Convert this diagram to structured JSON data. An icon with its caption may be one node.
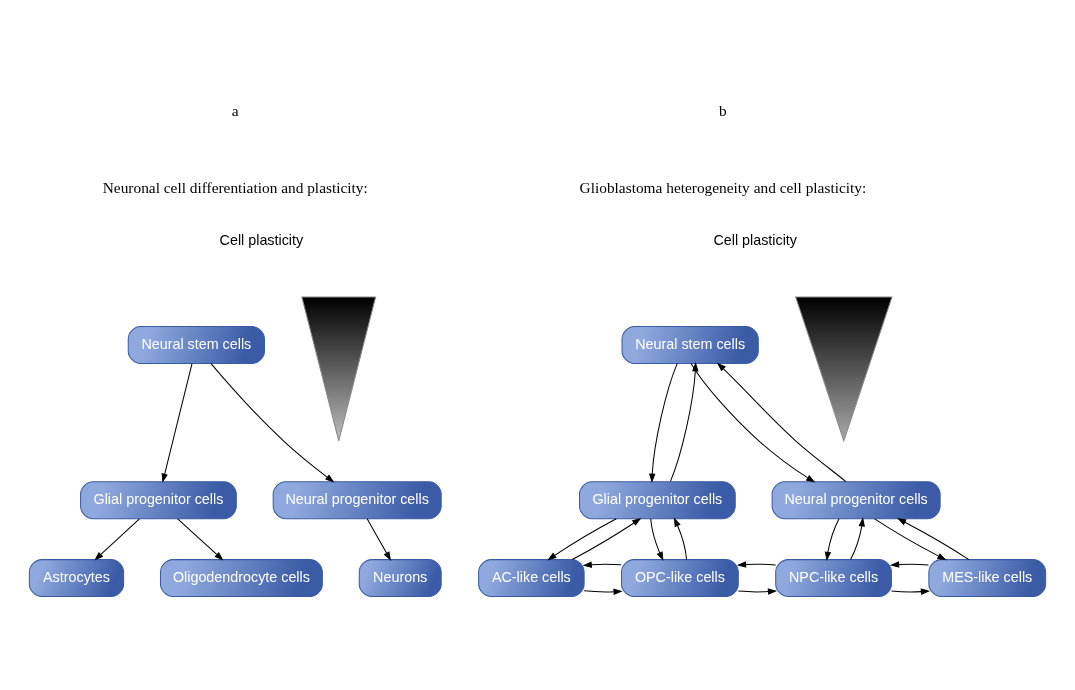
{
  "diagram": {
    "nodes": [
      {
        "text": [
          "Neural stem cells"
        ]
      },
      {
        "text": [
          "Glial progenitor cells"
        ]
      },
      {
        "text": [
          "Neural progenitor cells"
        ]
      },
      {
        "text": [
          "Astrocytes"
        ]
      },
      {
        "text": [
          "Oligodendrocyte cells"
        ]
      },
      {
        "text": [
          "Neurons"
        ]
      },
      {
        "text": [
          "Cell plasticity"
        ]
      },
      {
        "text": [
          "Neural stem cells"
        ]
      },
      {
        "text": [
          "Glial progenitor cells"
        ]
      },
      {
        "text": [
          "Neural progenitor cells"
        ]
      },
      {
        "text": [
          "AC-like cells"
        ]
      },
      {
        "text": [
          "OPC-like cells"
        ]
      },
      {
        "text": [
          "NPC-like cells"
        ]
      },
      {
        "text": [
          "MES-like cells"
        ]
      },
      {
        "text": [
          "Cell plasticity"
        ]
      }
    ],
    "edges": [
      {
        "from": 0,
        "to": 1,
        "arrow": "to"
      },
      {
        "from": 0,
        "to": 2,
        "arrow": "to"
      },
      {
        "from": 1,
        "to": 3,
        "arrow": "to"
      },
      {
        "from": 1,
        "to": 4,
        "arrow": "to"
      },
      {
        "from": 2,
        "to": 5,
        "arrow": "to"
      },
      {
        "from": 8,
        "to": 7,
        "arrow": "to"
      },
      {
        "from": 7,
        "to": 8,
        "arrow": "to"
      },
      {
        "from": 7,
        "to": 9,
        "arrow": "to"
      },
      {
        "from": 9,
        "to": 7,
        "arrow": "to"
      },
      {
        "from": 10,
        "to": 8,
        "arrow": "to"
      },
      {
        "from": 8,
        "to": 10,
        "arrow": "to"
      },
      {
        "from": 8,
        "to": 11,
        "arrow": "to"
      },
      {
        "from": 11,
        "to": 8,
        "arrow": "to"
      },
      {
        "from": 12,
        "to": 9,
        "arrow": "to"
      },
      {
        "from": 9,
        "to": 12,
        "arrow": "to"
      },
      {
        "from": 9,
        "to": 13,
        "arrow": "to"
      },
      {
        "from": 13,
        "to": 9,
        "arrow": "to"
      },
      {
        "from": 10,
        "to": 11,
        "arrow": "to"
      },
      {
        "from": 11,
        "to": 10,
        "arrow": "to"
      },
      {
        "from": 11,
        "to": 12,
        "arrow": "to"
      },
      {
        "from": 12,
        "to": 11,
        "arrow": "to"
      },
      {
        "from": 12,
        "to": 13,
        "arrow": "to"
      },
      {
        "from": 13,
        "to": 12,
        "arrow": "to"
      }
    ],
    "labels": [
      "a",
      "Neuronal cell differentiation and plasticity:",
      "b",
      "Glioblastoma heterogeneity and cell plasticity:"
    ]
  }
}
